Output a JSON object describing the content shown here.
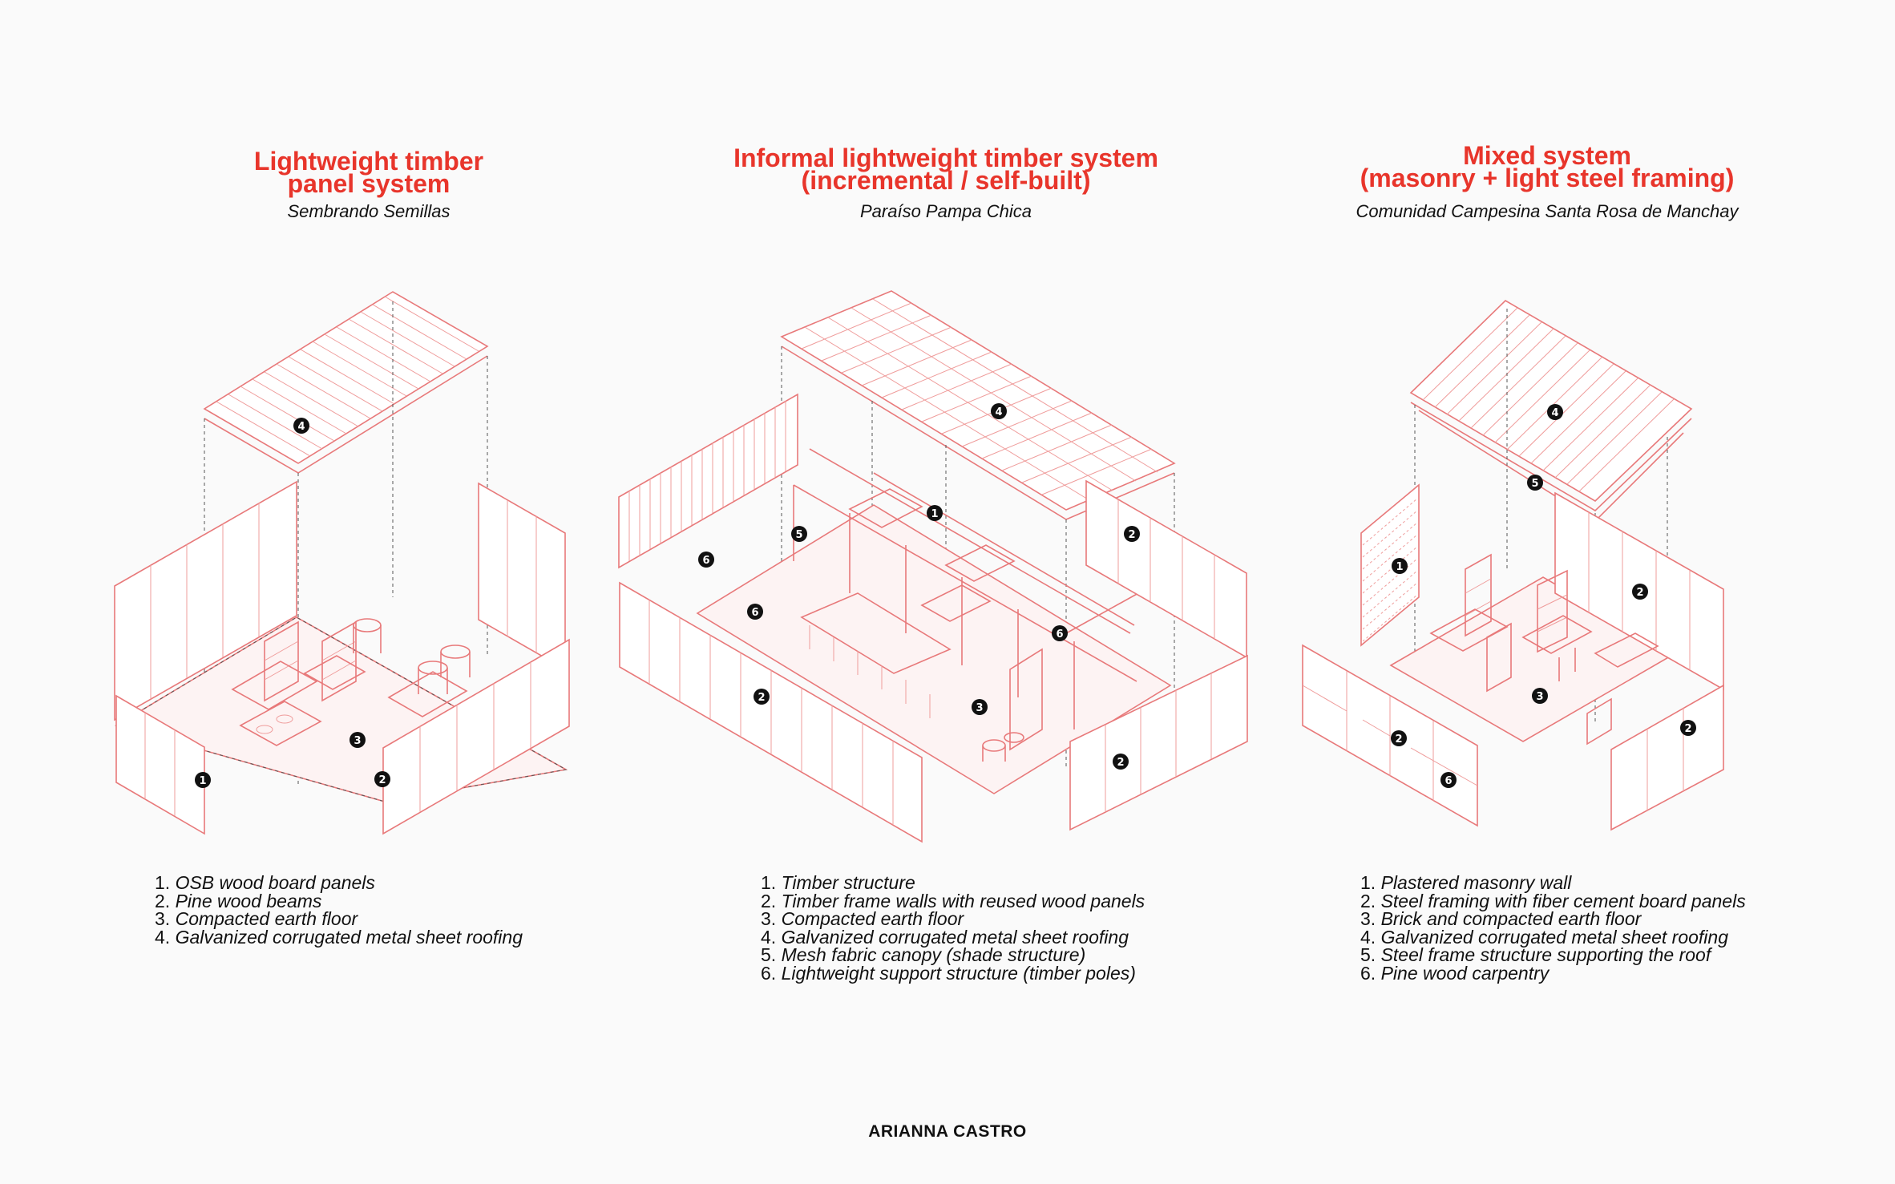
{
  "columns": [
    {
      "title_line1": "Lightweight timber",
      "title_line2": "panel system",
      "subtitle": "Sembrando Semillas",
      "legend": [
        {
          "num": "1.",
          "text": "OSB wood board panels"
        },
        {
          "num": "2.",
          "text": "Pine wood beams"
        },
        {
          "num": "3.",
          "text": "Compacted earth floor"
        },
        {
          "num": "4.",
          "text": "Galvanized corrugated metal sheet roofing"
        }
      ]
    },
    {
      "title_line1": "Informal lightweight timber system",
      "title_line2": "(incremental / self-built)",
      "subtitle": "Paraíso Pampa Chica",
      "legend": [
        {
          "num": "1.",
          "text": "Timber structure"
        },
        {
          "num": "2.",
          "text": "Timber frame walls with reused wood panels"
        },
        {
          "num": "3.",
          "text": "Compacted earth floor"
        },
        {
          "num": "4.",
          "text": "Galvanized corrugated metal sheet roofing"
        },
        {
          "num": "5.",
          "text": "Mesh fabric canopy (shade structure)"
        },
        {
          "num": "6.",
          "text": "Lightweight support structure (timber poles)"
        }
      ]
    },
    {
      "title_line1": "Mixed system",
      "title_line2": "(masonry + light steel framing)",
      "subtitle": "Comunidad Campesina Santa Rosa de Manchay",
      "legend": [
        {
          "num": "1.",
          "text": "Plastered masonry wall"
        },
        {
          "num": "2.",
          "text": "Steel framing with fiber cement board panels"
        },
        {
          "num": "3.",
          "text": "Brick and compacted earth floor"
        },
        {
          "num": "4.",
          "text": "Galvanized corrugated metal sheet roofing"
        },
        {
          "num": "5.",
          "text": "Steel frame structure supporting the roof"
        },
        {
          "num": "6.",
          "text": "Pine wood carpentry"
        }
      ]
    }
  ],
  "markers": {
    "d1": [
      "4",
      "1",
      "3",
      "2"
    ],
    "d2": [
      "4",
      "1",
      "5",
      "2",
      "6",
      "6",
      "6",
      "2",
      "3",
      "2"
    ],
    "d3": [
      "4",
      "5",
      "1",
      "2",
      "3",
      "2",
      "2",
      "6"
    ]
  },
  "author": "ARIANNA CASTRO",
  "colors": {
    "accent": "#e8352b",
    "line": "#e8797a",
    "text": "#111111",
    "background": "#fafafa"
  }
}
